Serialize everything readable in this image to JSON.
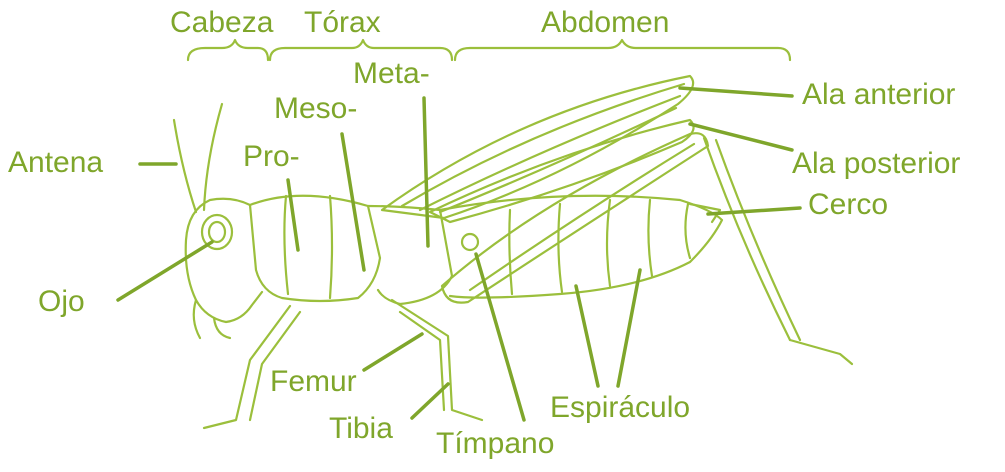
{
  "colors": {
    "accent": "#7fa62b",
    "drawing": "#9bbf3c",
    "background": "#ffffff"
  },
  "sections": {
    "head": "Cabeza",
    "thorax": "Tórax",
    "abdomen": "Abdomen"
  },
  "labels": {
    "antenna": "Antena",
    "eye": "Ojo",
    "prothorax": "Pro-",
    "mesothorax": "Meso-",
    "metathorax": "Meta-",
    "forewing": "Ala anterior",
    "hindwing": "Ala posterior",
    "cercus": "Cerco",
    "femur": "Femur",
    "tibia": "Tibia",
    "tympanum": "Tímpano",
    "spiracle": "Espiráculo"
  }
}
